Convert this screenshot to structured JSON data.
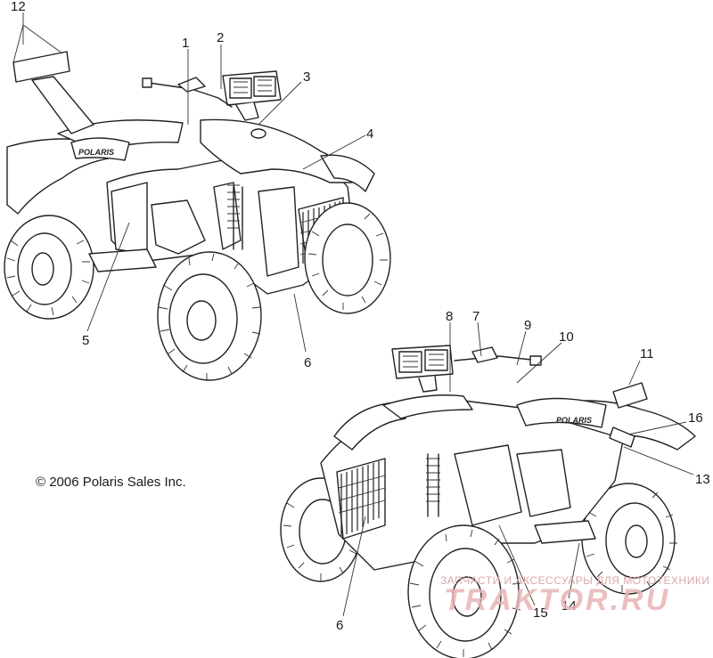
{
  "callouts": [
    {
      "id": "1",
      "label": "1"
    },
    {
      "id": "2",
      "label": "2"
    },
    {
      "id": "3",
      "label": "3"
    },
    {
      "id": "4",
      "label": "4"
    },
    {
      "id": "5",
      "label": "5"
    },
    {
      "id": "6a",
      "label": "6"
    },
    {
      "id": "7",
      "label": "7"
    },
    {
      "id": "8",
      "label": "8"
    },
    {
      "id": "9",
      "label": "9"
    },
    {
      "id": "10",
      "label": "10"
    },
    {
      "id": "11",
      "label": "11"
    },
    {
      "id": "12",
      "label": "12"
    },
    {
      "id": "13",
      "label": "13"
    },
    {
      "id": "14",
      "label": "14"
    },
    {
      "id": "15",
      "label": "15"
    },
    {
      "id": "16",
      "label": "16"
    },
    {
      "id": "6b",
      "label": "6"
    }
  ],
  "decal_text": "POLARIS",
  "copyright": "© 2006 Polaris Sales Inc.",
  "watermark": {
    "line": "ЗАПЧАСТИ И АКСЕССУАРЫ ДЛЯ МОТОТЕХНИКИ",
    "logo": "TRAKTOR.RU"
  }
}
